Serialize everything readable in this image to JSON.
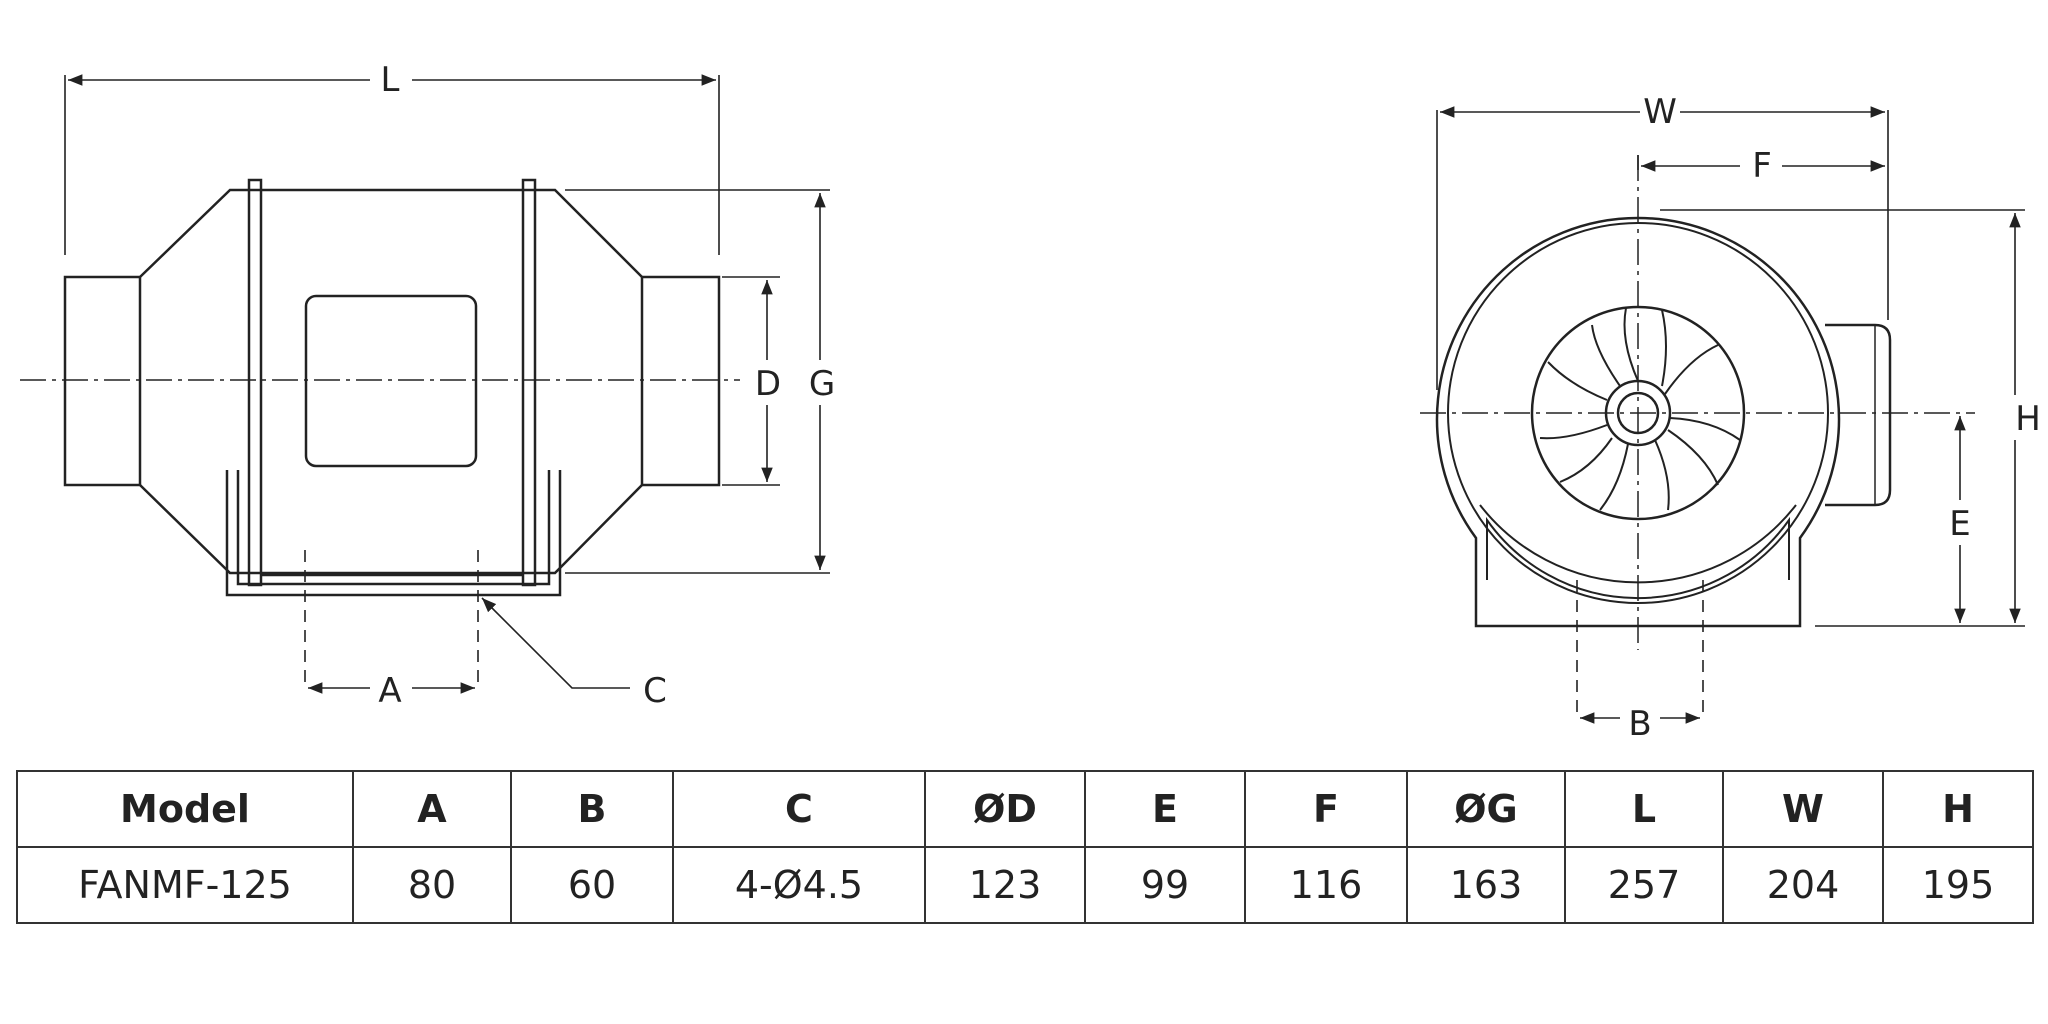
{
  "drawing": {
    "side_view_labels": {
      "L": "L",
      "D": "D",
      "G": "G",
      "A": "A",
      "C": "C"
    },
    "front_view_labels": {
      "W": "W",
      "F": "F",
      "H": "H",
      "E": "E",
      "B": "B"
    }
  },
  "spec_table": {
    "headers": [
      "Model",
      "A",
      "B",
      "C",
      "ØD",
      "E",
      "F",
      "ØG",
      "L",
      "W",
      "H"
    ],
    "rows": [
      [
        "FANMF-125",
        "80",
        "60",
        "4-Ø4.5",
        "123",
        "99",
        "116",
        "163",
        "257",
        "204",
        "195"
      ]
    ]
  }
}
